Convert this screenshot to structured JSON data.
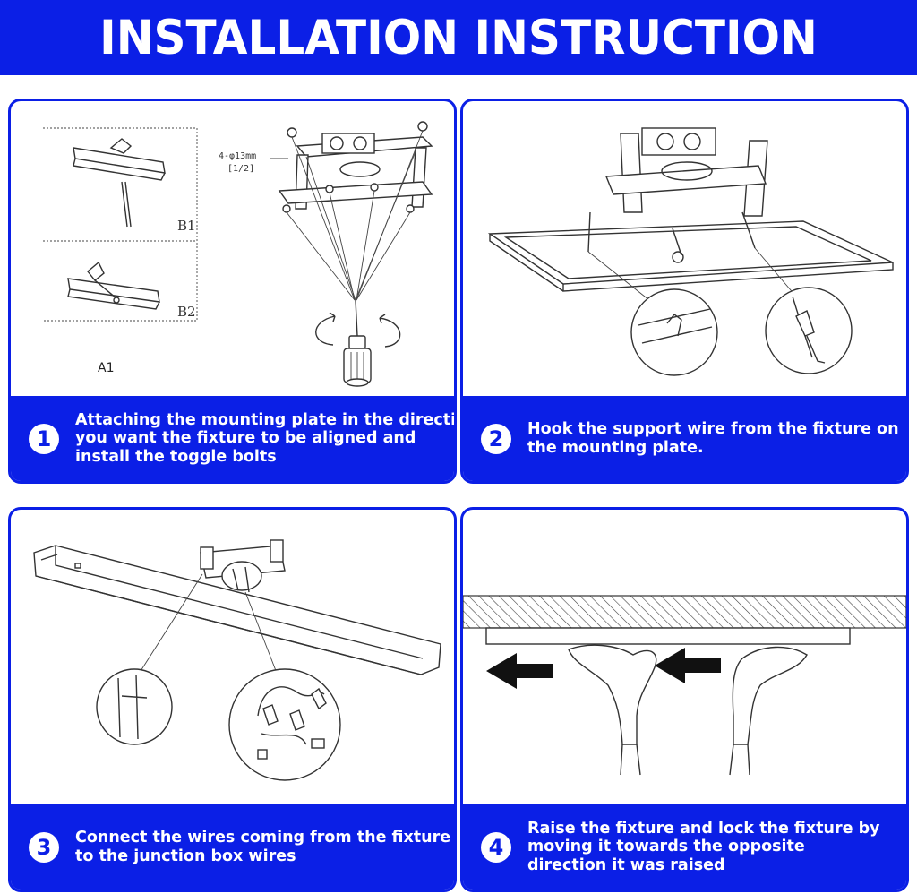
{
  "header": {
    "title": "INSTALLATION INSTRUCTION"
  },
  "colors": {
    "accent": "#0b1fe6",
    "background": "#ffffff",
    "text_on_accent": "#ffffff"
  },
  "steps": [
    {
      "number": "1",
      "lines": [
        "Attaching the mounting plate in the direction",
        "you want the fixture to be aligned and",
        "install the toggle bolts"
      ],
      "labels": {
        "a1": "A1",
        "b1": "B1",
        "b2": "B2",
        "dim": "4-φ13mm",
        "dim_fraction": "[1/2]"
      }
    },
    {
      "number": "2",
      "lines": [
        "Hook the support wire from the fixture on",
        "the mounting plate."
      ]
    },
    {
      "number": "3",
      "lines": [
        "Connect the wires coming from the fixture",
        "to the junction box wires"
      ]
    },
    {
      "number": "4",
      "lines": [
        "Raise the fixture and lock the fixture by",
        "moving it towards the opposite",
        "direction it was raised"
      ]
    }
  ]
}
